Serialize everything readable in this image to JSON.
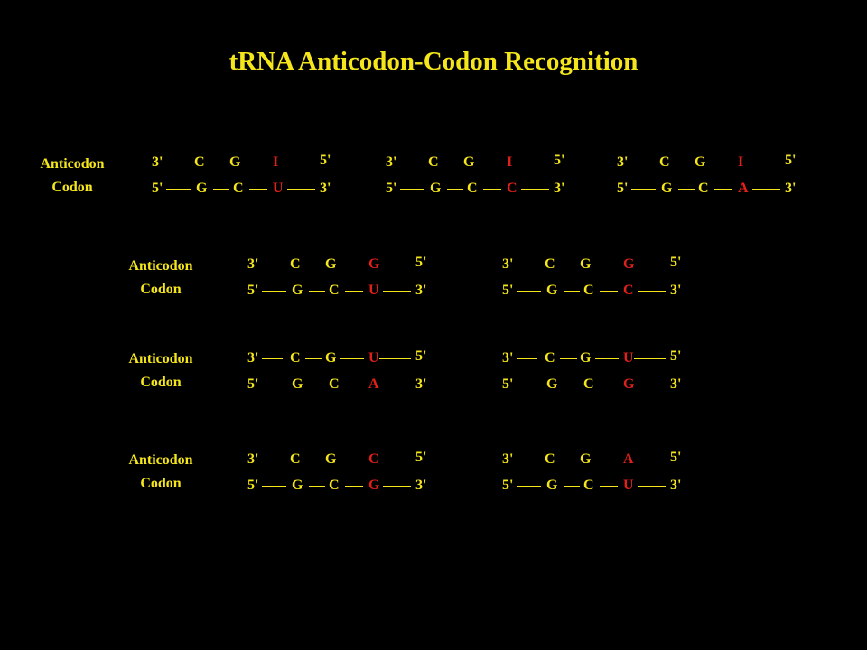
{
  "title": "tRNA Anticodon-Codon Recognition",
  "labels": {
    "anticodon": "Anticodon",
    "codon": "Codon"
  },
  "colors": {
    "background": "#000000",
    "base": "#f5e61c",
    "wobble": "#e0201a"
  },
  "diagrams": [
    {
      "top": {
        "start": "3'",
        "bases": [
          "C",
          "G",
          "I"
        ],
        "end": "5'"
      },
      "bottom": {
        "start": "5'",
        "bases": [
          "G",
          "C",
          "U"
        ],
        "end": "3'"
      }
    },
    {
      "top": {
        "start": "3'",
        "bases": [
          "C",
          "G",
          "I"
        ],
        "end": "5'"
      },
      "bottom": {
        "start": "5'",
        "bases": [
          "G",
          "C",
          "C"
        ],
        "end": "3'"
      }
    },
    {
      "top": {
        "start": "3'",
        "bases": [
          "C",
          "G",
          "I"
        ],
        "end": "5'"
      },
      "bottom": {
        "start": "5'",
        "bases": [
          "G",
          "C",
          "A"
        ],
        "end": "3'"
      }
    },
    {
      "top": {
        "start": "3'",
        "bases": [
          "C",
          "G",
          "G"
        ],
        "end": "5'"
      },
      "bottom": {
        "start": "5'",
        "bases": [
          "G",
          "C",
          "U"
        ],
        "end": "3'"
      }
    },
    {
      "top": {
        "start": "3'",
        "bases": [
          "C",
          "G",
          "G"
        ],
        "end": "5'"
      },
      "bottom": {
        "start": "5'",
        "bases": [
          "G",
          "C",
          "C"
        ],
        "end": "3'"
      }
    },
    {
      "top": {
        "start": "3'",
        "bases": [
          "C",
          "G",
          "U"
        ],
        "end": "5'"
      },
      "bottom": {
        "start": "5'",
        "bases": [
          "G",
          "C",
          "A"
        ],
        "end": "3'"
      }
    },
    {
      "top": {
        "start": "3'",
        "bases": [
          "C",
          "G",
          "U"
        ],
        "end": "5'"
      },
      "bottom": {
        "start": "5'",
        "bases": [
          "G",
          "C",
          "G"
        ],
        "end": "3'"
      }
    },
    {
      "top": {
        "start": "3'",
        "bases": [
          "C",
          "G",
          "C"
        ],
        "end": "5'"
      },
      "bottom": {
        "start": "5'",
        "bases": [
          "G",
          "C",
          "G"
        ],
        "end": "3'"
      }
    },
    {
      "top": {
        "start": "3'",
        "bases": [
          "C",
          "G",
          "A"
        ],
        "end": "5'"
      },
      "bottom": {
        "start": "5'",
        "bases": [
          "G",
          "C",
          "U"
        ],
        "end": "3'"
      }
    }
  ]
}
